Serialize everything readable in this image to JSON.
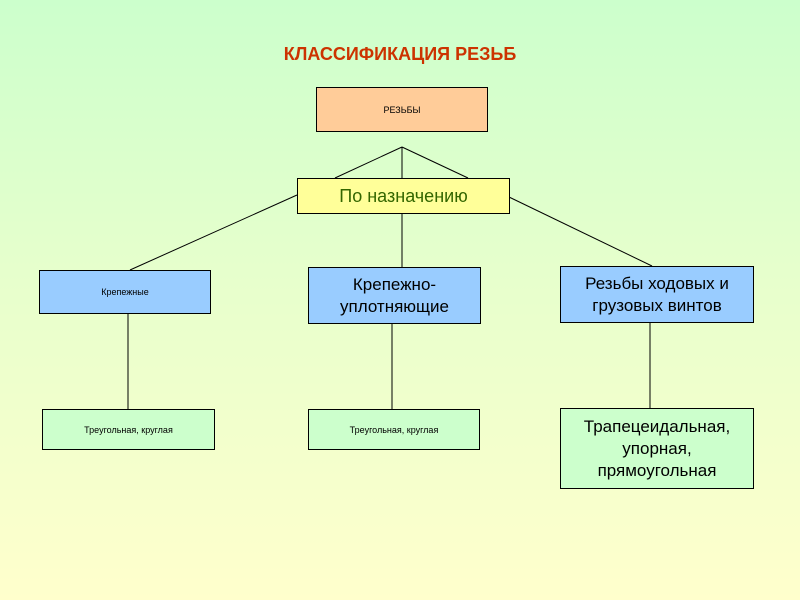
{
  "title": "КЛАССИФИКАЦИЯ РЕЗЬБ",
  "nodes": {
    "root": "РЕЗЬБЫ",
    "category": "По назначению",
    "fastening": "Крепежные",
    "sealing": "Крепежно-уплотняющие",
    "lead_screws": "Резьбы ходовых и грузовых винтов",
    "fastening_profiles": "Треугольная, круглая",
    "sealing_profiles": "Треугольная, круглая",
    "lead_screw_profiles": "Трапецеидальная, упорная, прямоугольная"
  },
  "colors": {
    "title": "#cc3300",
    "root": "#ffcc99",
    "category": "#ffff99",
    "category_text": "#336600",
    "types": "#99ccff",
    "profiles": "#ccffcc"
  }
}
